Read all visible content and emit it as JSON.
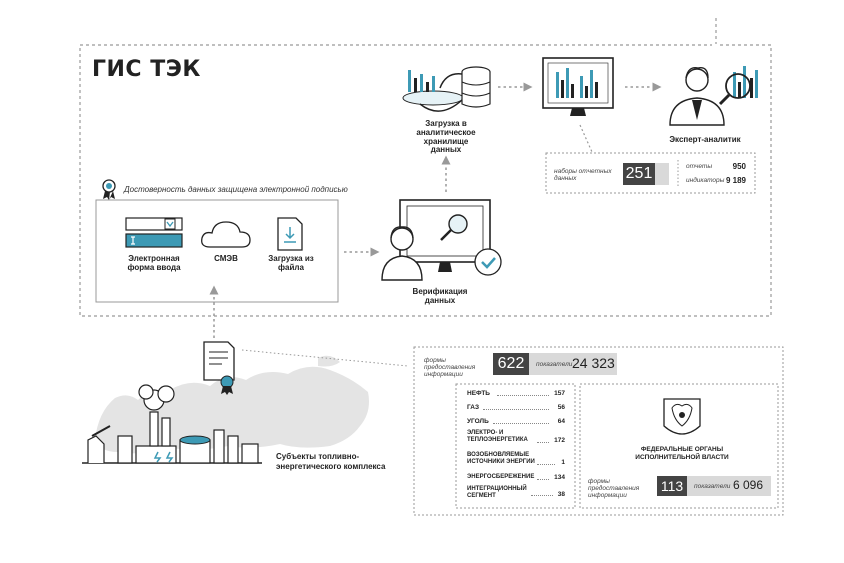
{
  "title": "ГИС ТЭК",
  "signature_note": "Достоверность данных защищена электронной подписью",
  "inputs": {
    "form": "Электронная форма ввода",
    "smev": "СМЭВ",
    "file": "Загрузка из файла"
  },
  "verification": "Верификация данных",
  "loading": "Загрузка в аналитическое хранилище данных",
  "expert": "Эксперт-аналитик",
  "stats_top": {
    "sets_label": "наборы отчетных данных",
    "sets_value": "251",
    "reports_label": "отчеты",
    "reports_value": "950",
    "indicators_label": "индикаторы",
    "indicators_value": "9 189"
  },
  "subjects": "Субъекты топливно-энергетического комплекса",
  "forms_total": {
    "label": "формы предоставления информации",
    "value": "622",
    "ind_label": "показатели",
    "ind_value": "24 323"
  },
  "sectors": [
    {
      "name": "НЕФТЬ",
      "value": "157"
    },
    {
      "name": "ГАЗ",
      "value": "56"
    },
    {
      "name": "УГОЛЬ",
      "value": "64"
    },
    {
      "name": "ЭЛЕКТРО- И ТЕПЛОЭНЕРГЕТИКА",
      "value": "172"
    },
    {
      "name": "ВОЗОБНОВЛЯЕМЫЕ ИСТОЧНИКИ ЭНЕРГИИ",
      "value": "1"
    },
    {
      "name": "ЭНЕРГОСБЕРЕЖЕНИЕ",
      "value": "134"
    },
    {
      "name": "ИНТЕГРАЦИОННЫЙ СЕГМЕНТ",
      "value": "38"
    }
  ],
  "federal": {
    "label": "ФЕДЕРАЛЬНЫЕ ОРГАНЫ ИСПОЛНИТЕЛЬНОЙ ВЛАСТИ",
    "forms_label": "формы предоставления информации",
    "forms_value": "113",
    "ind_label": "показатели",
    "ind_value": "6 096"
  },
  "colors": {
    "accent": "#3d9ab5",
    "dark": "#444444",
    "stroke": "#222222",
    "gray": "#999999",
    "light": "#d9d9d9"
  }
}
